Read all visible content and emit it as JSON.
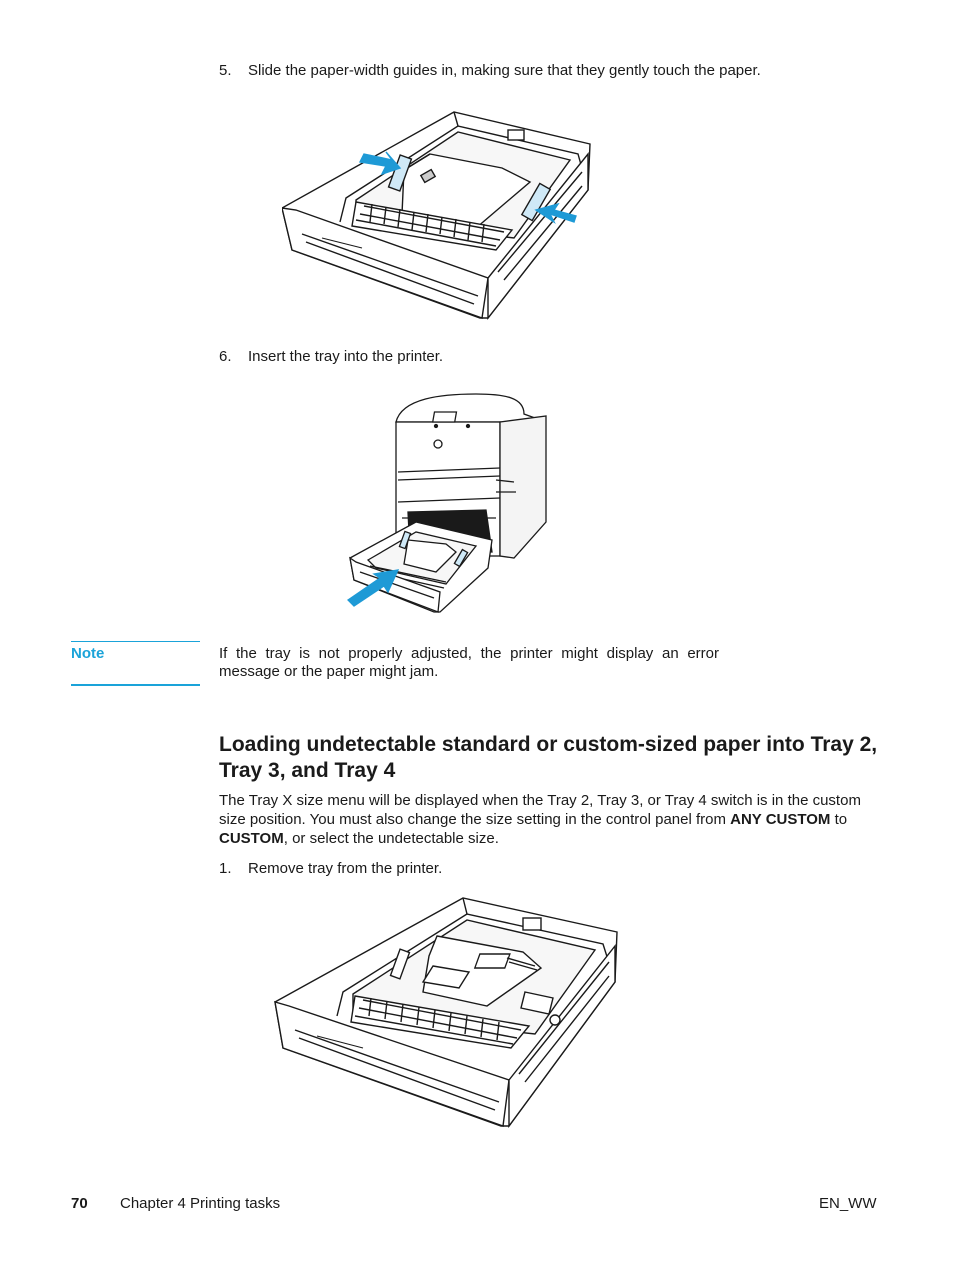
{
  "steps": {
    "step5": {
      "number": "5.",
      "text": "Slide the paper-width guides in, making sure that they gently touch the paper."
    },
    "step6": {
      "number": "6.",
      "text": "Insert the tray into the printer."
    },
    "step1": {
      "number": "1.",
      "text": "Remove tray from the printer."
    }
  },
  "note": {
    "label": "Note",
    "text": "If the tray is not properly adjusted, the printer might display an error message or the paper might jam."
  },
  "section": {
    "title": "Loading undetectable standard or custom-sized paper into Tray 2, Tray 3, and Tray 4",
    "para_part1": "The Tray X size menu will be displayed when the Tray 2, Tray 3, or Tray 4 switch is in the custom size position. You must also change the size setting in the control panel from ",
    "para_bold1": "ANY CUSTOM",
    "para_part2": " to ",
    "para_bold2": "CUSTOM",
    "para_part3": ", or select the undetectable size."
  },
  "footer": {
    "page_number": "70",
    "chapter": "Chapter 4 Printing tasks",
    "locale": "EN_WW"
  },
  "colors": {
    "accent": "#1aa3d9",
    "arrow": "#1e9ad6",
    "text": "#1a1a1a"
  }
}
